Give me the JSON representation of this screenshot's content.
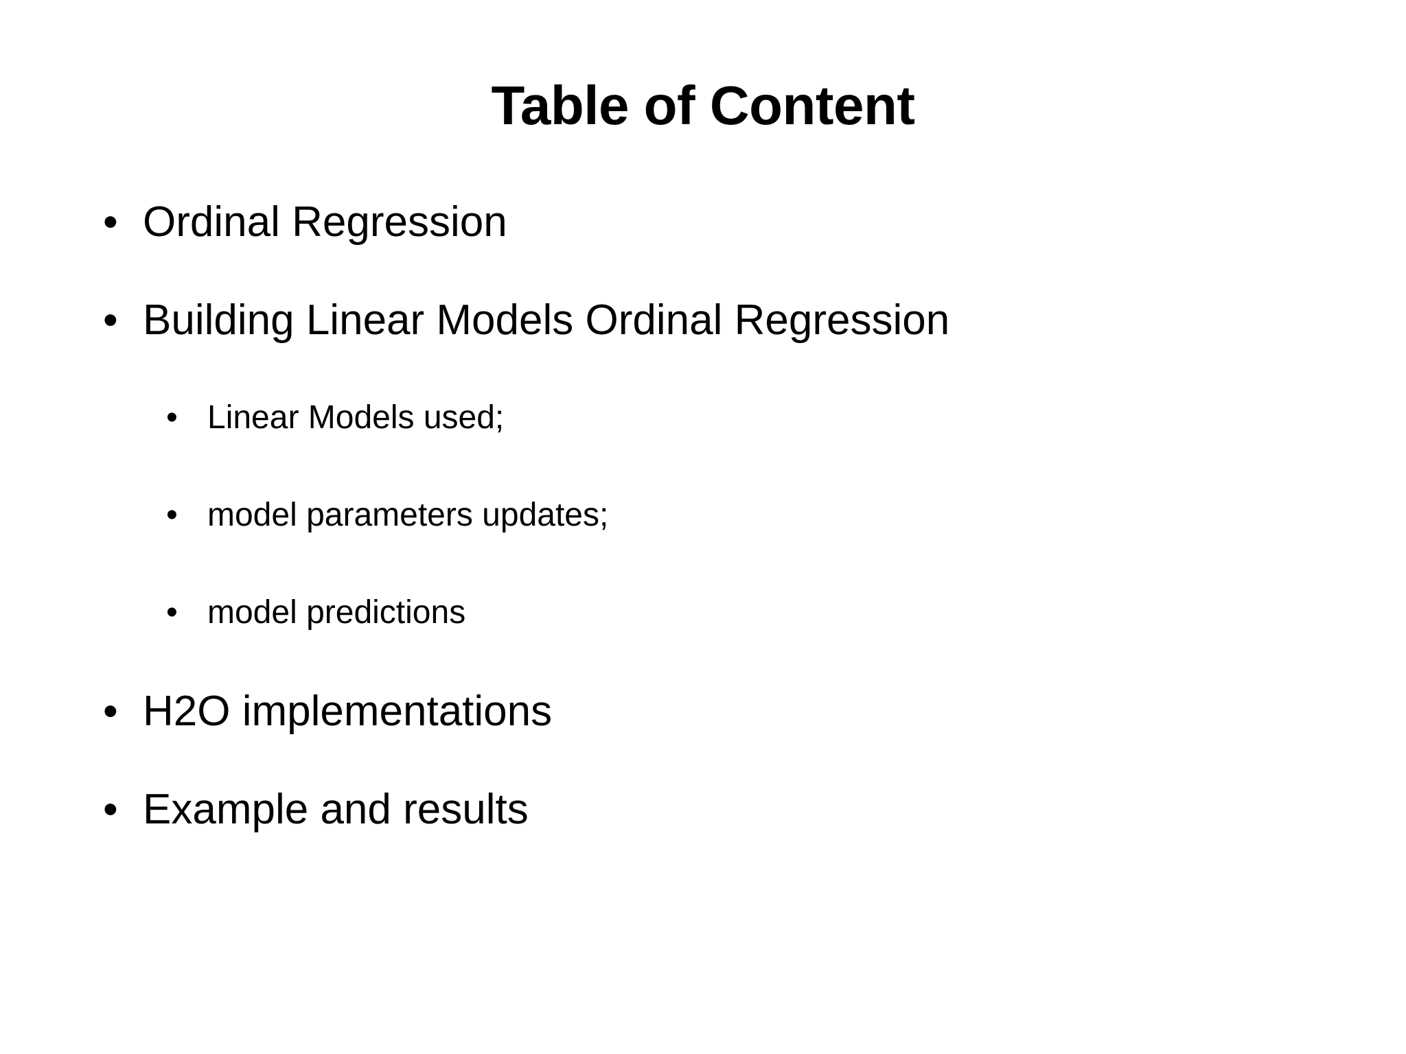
{
  "slide": {
    "title": "Table of Content",
    "background_color": "#ffffff",
    "text_color": "#000000",
    "bullet_glyph": "•",
    "items": [
      {
        "level": 1,
        "text": "Ordinal Regression"
      },
      {
        "level": 1,
        "text": "Building Linear Models Ordinal Regression"
      },
      {
        "level": 2,
        "text": "Linear Models used;"
      },
      {
        "level": 2,
        "text": "model parameters updates;"
      },
      {
        "level": 2,
        "text": "model predictions"
      },
      {
        "level": 1,
        "text": "H2O implementations"
      },
      {
        "level": 1,
        "text": "Example and results"
      }
    ]
  }
}
